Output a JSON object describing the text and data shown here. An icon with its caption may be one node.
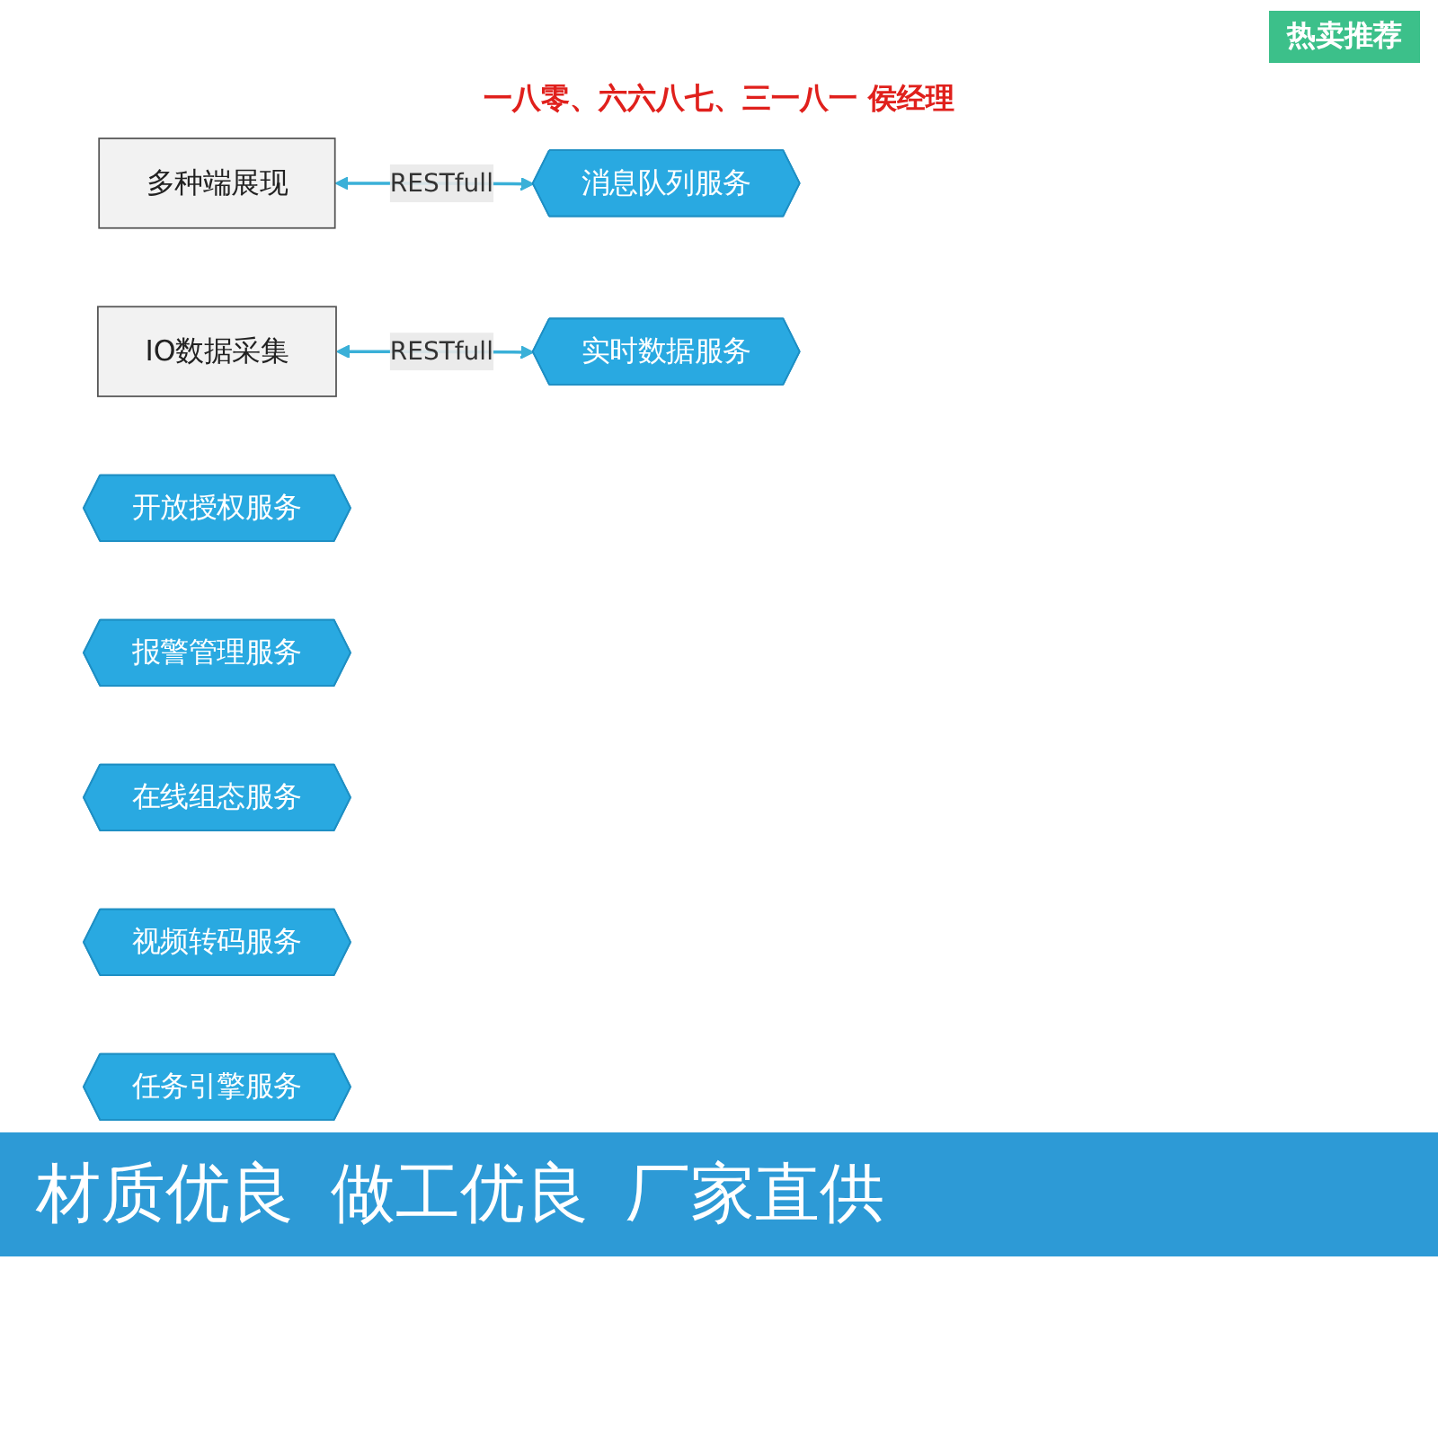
{
  "diagram": {
    "nodes": [
      {
        "text": [
          "多种端展现"
        ]
      },
      {
        "text": [
          "IO数据采集"
        ]
      },
      {
        "text": [
          "开放授权服务"
        ]
      },
      {
        "text": [
          "报警管理服务"
        ]
      },
      {
        "text": [
          "消息队列服务"
        ]
      },
      {
        "text": [
          "在线组态服务"
        ]
      },
      {
        "text": [
          "实时数据服务"
        ]
      },
      {
        "text": [
          "视频转码服务"
        ]
      },
      {
        "text": [
          "任务引擎服务"
        ]
      }
    ],
    "edges": [
      {
        "from": 0,
        "to": 4,
        "arrow": "both",
        "label": "RESTfull"
      },
      {
        "from": 1,
        "to": 6,
        "arrow": "both",
        "label": "RESTfull"
      }
    ],
    "labels": [
      "热卖推荐",
      "一八零、六六八七、三一八一 侯经理",
      "材质优良",
      "做工优良",
      "厂家直供"
    ]
  }
}
